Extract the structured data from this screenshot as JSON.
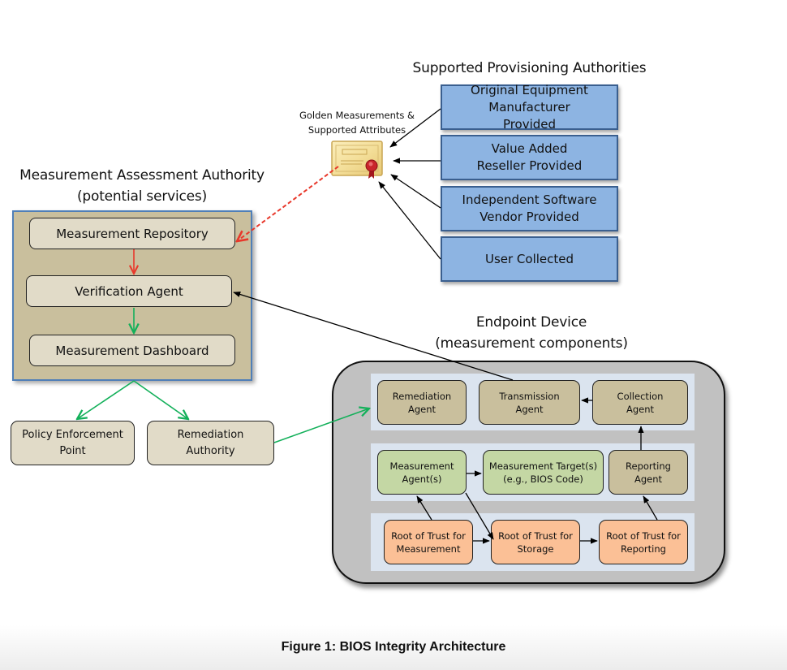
{
  "figure": {
    "caption": "Figure 1: BIOS Integrity Architecture"
  },
  "provisioning": {
    "title": "Supported Provisioning Authorities",
    "items": [
      {
        "label": "Original Equipment Manufacturer Provided"
      },
      {
        "label": "Value Added Reseller Provided"
      },
      {
        "label": "Independent Software Vendor Provided"
      },
      {
        "label": "User Collected"
      }
    ]
  },
  "golden": {
    "label_line1": "Golden Measurements &",
    "label_line2": "Supported Attributes",
    "icon": "certificate-icon"
  },
  "maa": {
    "title_line1": "Measurement Assessment Authority",
    "title_line2": "(potential services)",
    "items": [
      {
        "label": "Measurement Repository"
      },
      {
        "label": "Verification Agent"
      },
      {
        "label": "Measurement Dashboard"
      }
    ]
  },
  "external": {
    "items": [
      {
        "label": "Policy Enforcement Point"
      },
      {
        "label": "Remediation Authority"
      }
    ]
  },
  "endpoint": {
    "title_line1": "Endpoint Device",
    "title_line2": "(measurement components)",
    "row1": [
      {
        "label": "Remediation Agent"
      },
      {
        "label": "Transmission Agent"
      },
      {
        "label": "Collection Agent"
      }
    ],
    "row2": [
      {
        "label": "Measurement Agent(s)"
      },
      {
        "label": "Measurement Target(s) (e.g., BIOS Code)"
      },
      {
        "label": "Reporting Agent"
      }
    ],
    "row3": [
      {
        "label": "Root of Trust for Measurement"
      },
      {
        "label": "Root of Trust for Storage"
      },
      {
        "label": "Root of Trust for Reporting"
      }
    ]
  },
  "colors": {
    "provider_fill": "#8db4e2",
    "maa_panel": "#c9bf9d",
    "service_fill": "#e1dbc8",
    "agent_tan": "#c9bf9d",
    "agent_green": "#c4d7a4",
    "root_orange": "#fbc096",
    "arrow_red": "#e8382b",
    "arrow_green": "#13b05a"
  }
}
